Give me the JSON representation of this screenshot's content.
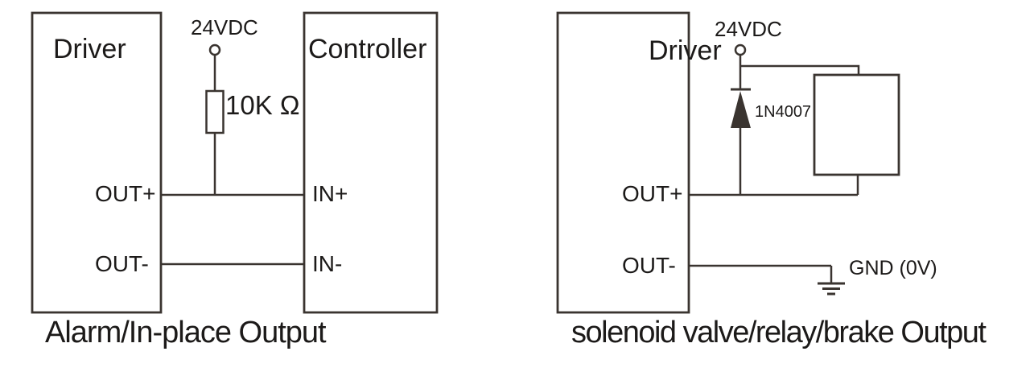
{
  "colors": {
    "line": "#3a3430",
    "text": "#1c1a19",
    "background": "#ffffff"
  },
  "left_diagram": {
    "caption": "Alarm/In-place Output",
    "driver_label": "Driver",
    "controller_label": "Controller",
    "supply_label": "24VDC",
    "resistor_label": "10K Ω",
    "out_plus": "OUT+",
    "out_minus": "OUT-",
    "in_plus": "IN+",
    "in_minus": "IN-"
  },
  "right_diagram": {
    "caption": "solenoid valve/relay/brake Output",
    "driver_label": "Driver",
    "supply_label": "24VDC",
    "diode_label": "1N4007",
    "ground_label": "GND (0V)",
    "out_plus": "OUT+",
    "out_minus": "OUT-"
  }
}
